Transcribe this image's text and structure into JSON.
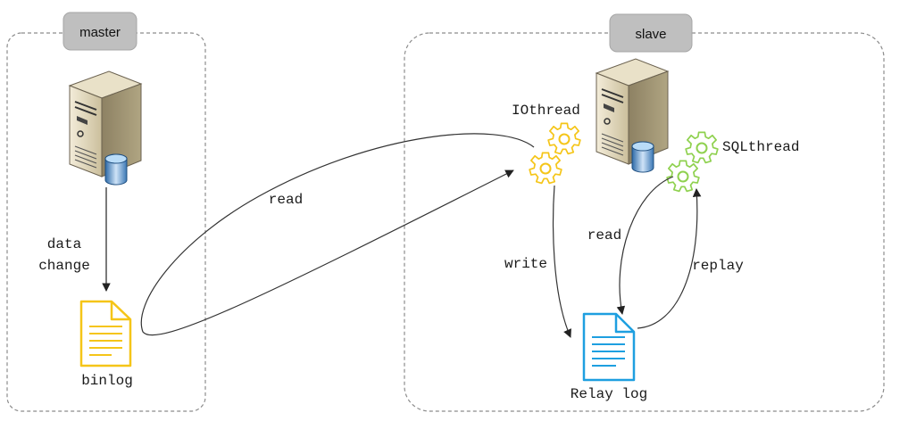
{
  "master": {
    "label": "master",
    "arrow_label_line1": "data",
    "arrow_label_line2": "change",
    "file_label": "binlog"
  },
  "slave": {
    "label": "slave",
    "io_thread_label": "IOthread",
    "sql_thread_label": "SQLthread",
    "write_label": "write",
    "read_label": "read",
    "replay_label": "replay",
    "file_label": "Relay log"
  },
  "network": {
    "read_label": "read"
  },
  "colors": {
    "box_border": "#8c8c8c",
    "tag_fill": "#bfbfbf",
    "arrow": "#333333",
    "binlog_file": "#f5c518",
    "relay_file": "#1e9fe0",
    "io_gear": "#f5c518",
    "sql_gear": "#8fd14f"
  },
  "icons": {
    "server": "server-with-database-icon",
    "file": "document-icon",
    "gear": "gear-icon"
  }
}
